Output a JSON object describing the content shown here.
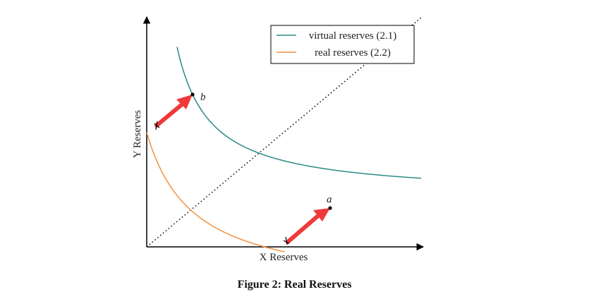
{
  "chart_data": {
    "type": "line",
    "xlabel": "X Reserves",
    "ylabel": "Y Reserves",
    "legend_position": "top-right",
    "grid": false,
    "series": [
      {
        "name": "virtual reserves (2.1)",
        "color": "#2a8a84"
      },
      {
        "name": "real reserves (2.2)",
        "color": "#f2923c"
      }
    ],
    "points": [
      {
        "label": "b"
      },
      {
        "label": "a"
      }
    ]
  },
  "figure": {
    "caption": "Figure 2: Real Reserves"
  },
  "colors": {
    "axis": "#000000",
    "arrow": "#f0393a",
    "marker": "#000000"
  }
}
